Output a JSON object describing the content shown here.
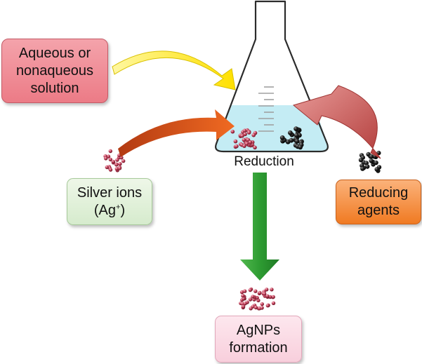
{
  "labels": {
    "solution_line1": "Aqueous or",
    "solution_line2": "nonaqueous",
    "solution_line3": "solution",
    "ions_line1": "Silver ions",
    "ions_open": "(Ag",
    "ions_sup": "+",
    "ions_close": ")",
    "reducing_line1": "Reducing",
    "reducing_line2": "agents",
    "reduction": "Reduction",
    "agnps_line1": "AgNPs",
    "agnps_line2": "formation"
  },
  "colors": {
    "yellow_arrow": "#ffe81a",
    "orange_arrow": "#e8541c",
    "red_arrow": "#c0504d",
    "green_arrow": "#2e9c32",
    "liquid": "#c4ecf4",
    "silver_particle": "#c84a63",
    "reducing_particle": "#1c1c1c"
  }
}
